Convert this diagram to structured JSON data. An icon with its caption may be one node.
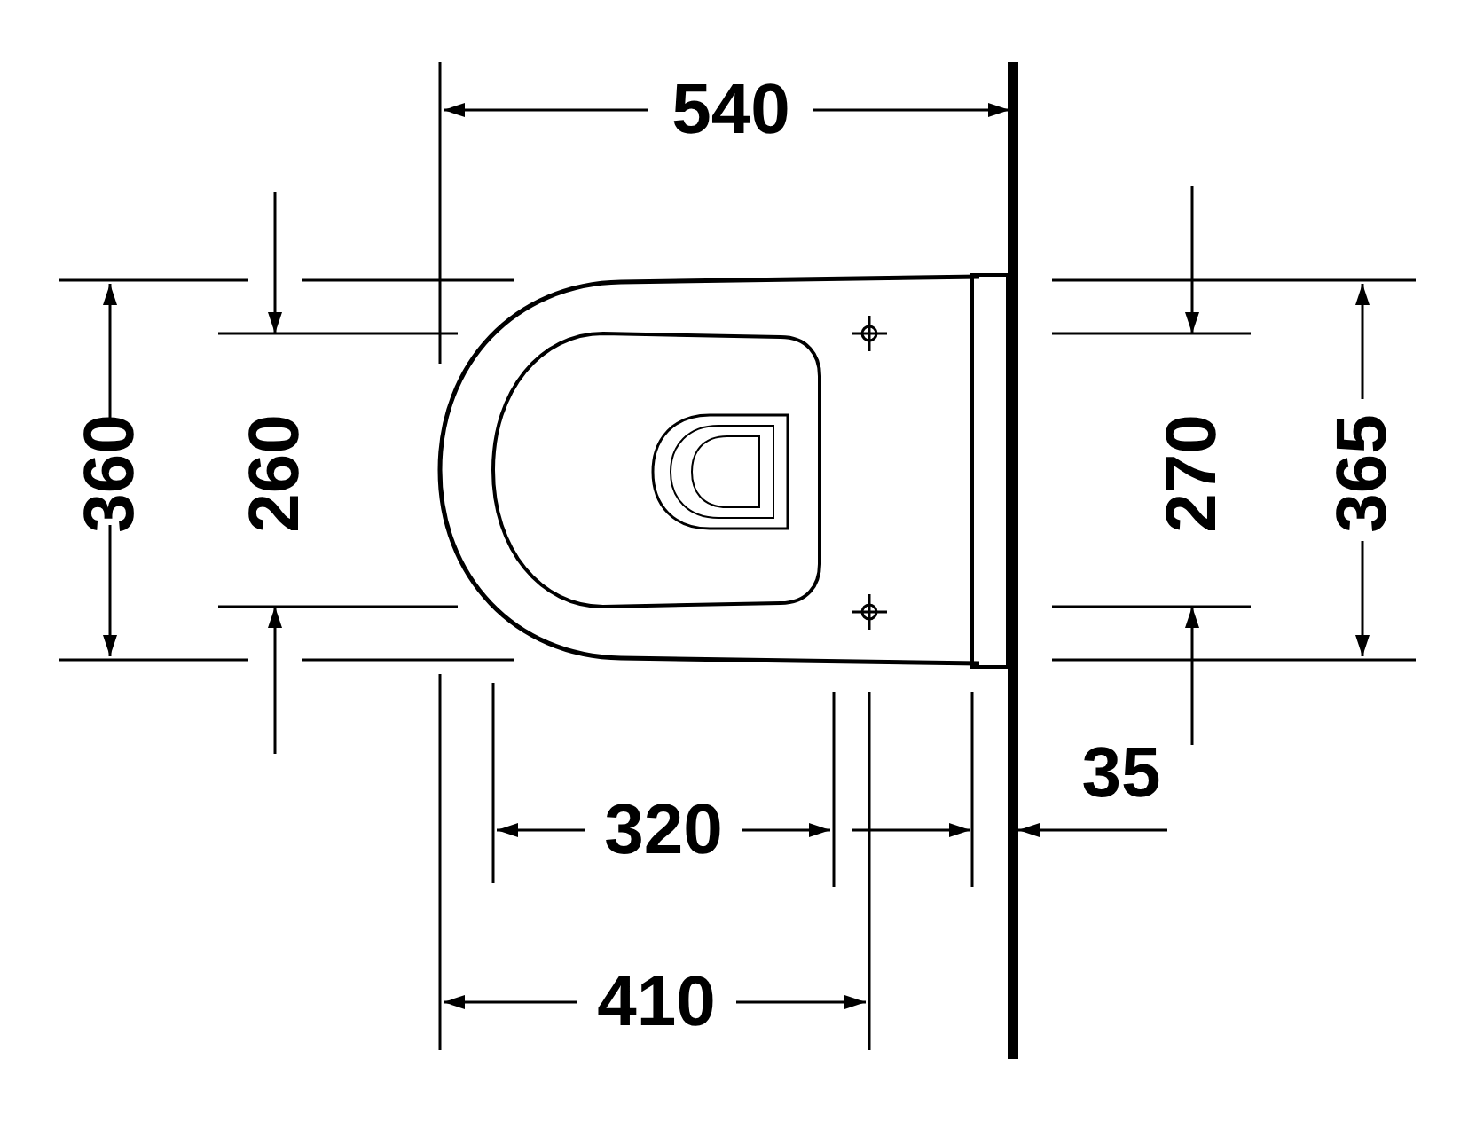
{
  "diagram": {
    "labels": [
      "540",
      "360",
      "260",
      "270",
      "365",
      "35",
      "320",
      "410"
    ]
  }
}
